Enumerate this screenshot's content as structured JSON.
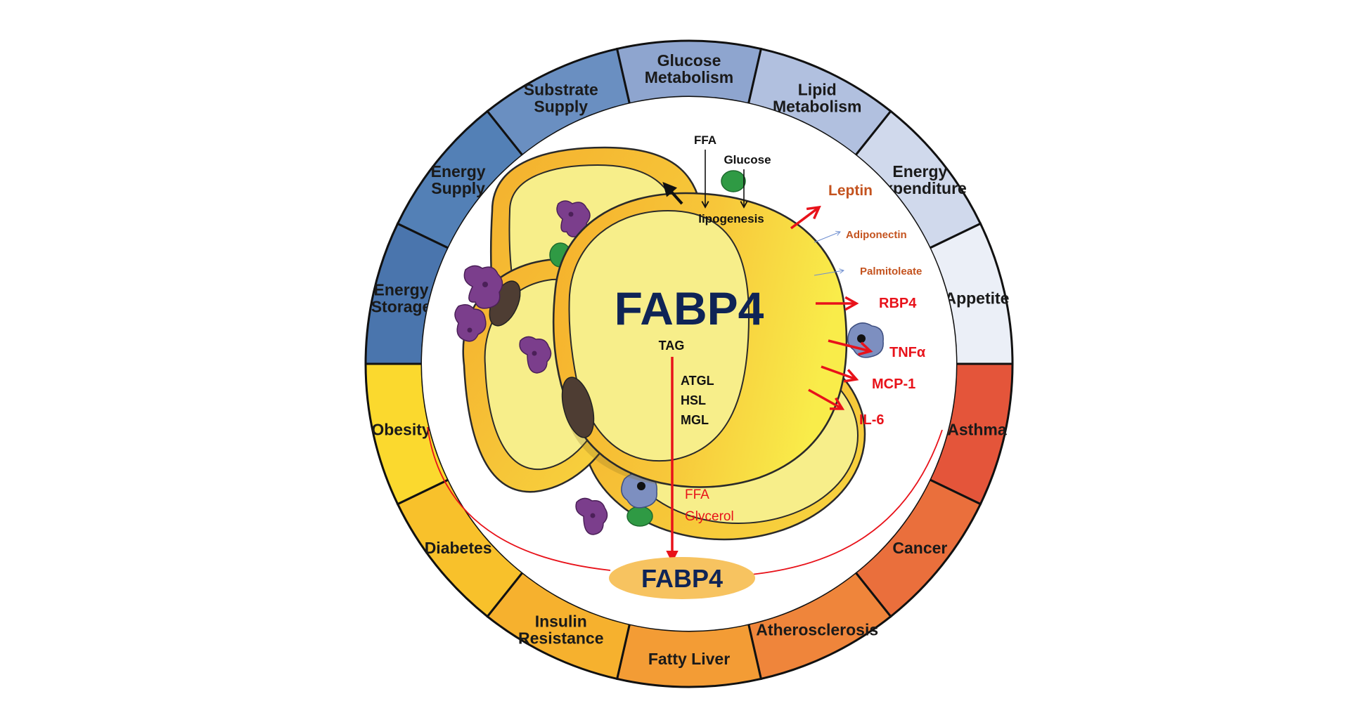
{
  "ring": {
    "top_segments": [
      {
        "label": [
          "Energy",
          "Storage"
        ],
        "color": "#4a75ad"
      },
      {
        "label": [
          "Energy",
          "Supply"
        ],
        "color": "#5380b6"
      },
      {
        "label": [
          "Substrate",
          "Supply"
        ],
        "color": "#6a8fc1"
      },
      {
        "label": [
          "Glucose",
          "Metabolism"
        ],
        "color": "#8ea5cf"
      },
      {
        "label": [
          "Lipid",
          "Metabolism"
        ],
        "color": "#b1c0df"
      },
      {
        "label": [
          "Energy",
          "Expenditure"
        ],
        "color": "#d0d9ec"
      },
      {
        "label": [
          "Appetite"
        ],
        "color": "#ebeff7"
      }
    ],
    "bottom_segments": [
      {
        "label": [
          "Asthma"
        ],
        "color": "#e4553a"
      },
      {
        "label": [
          "Cancer"
        ],
        "color": "#ea6f3c"
      },
      {
        "label": [
          "Atherosclerosis"
        ],
        "color": "#ef853b"
      },
      {
        "label": [
          "Fatty Liver"
        ],
        "color": "#f39c35"
      },
      {
        "label": [
          "Insulin",
          "Resistance"
        ],
        "color": "#f6b12e"
      },
      {
        "label": [
          "Diabetes"
        ],
        "color": "#f8c12b"
      },
      {
        "label": [
          "Obesity"
        ],
        "color": "#fbd92e"
      }
    ]
  },
  "cell": {
    "title": "FABP4",
    "tag": "TAG",
    "lipases": [
      "ATGL",
      "HSL",
      "MGL"
    ],
    "lipogenesis": "lipogenesis",
    "ffa_in": "FFA",
    "glucose_in": "Glucose",
    "release_ffa": "FFA",
    "release_glycerol": "Glycerol"
  },
  "secreted": [
    {
      "label": "Leptin",
      "color": "#c4531f",
      "size": 21
    },
    {
      "label": "Adiponectin",
      "color": "#c4531f",
      "size": 15
    },
    {
      "label": "Palmitoleate",
      "color": "#c4531f",
      "size": 15
    },
    {
      "label": "RBP4",
      "color": "#e8121a",
      "size": 20
    },
    {
      "label": "TNFα",
      "color": "#e8121a",
      "size": 20
    },
    {
      "label": "MCP-1",
      "color": "#e8121a",
      "size": 20
    },
    {
      "label": "IL-6",
      "color": "#e8121a",
      "size": 20
    }
  ],
  "circulating": {
    "label": "FABP4"
  },
  "colors": {
    "dark_navy": "#0f2456",
    "arrow_red": "#e8121a",
    "cell_yellow": "#f7ee8a",
    "cell_orange": "#f6b42a",
    "macrophage_purple": "#7b3e8c",
    "monocyte_blue": "#7d8fc0",
    "capillary_green": "#2f9a44"
  }
}
